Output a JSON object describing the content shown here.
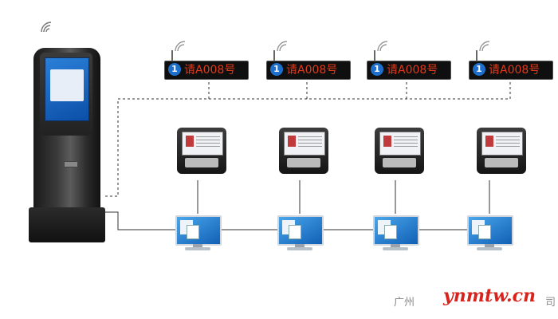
{
  "displays": [
    {
      "number": "1",
      "text": "请A008号"
    },
    {
      "number": "1",
      "text": "请A008号"
    },
    {
      "number": "1",
      "text": "请A008号"
    },
    {
      "number": "1",
      "text": "请A008号"
    }
  ],
  "watermark": {
    "left_text": "广州",
    "main_text": "ynmtw.cn",
    "right_text": "司"
  },
  "colors": {
    "led_text": "#e03a1a",
    "led_badge": "#1e6fcc",
    "watermark": "#d8221b",
    "connector": "#333333"
  },
  "icons": [
    "wifi-icon",
    "kiosk",
    "led-display",
    "call-terminal",
    "pc-monitor"
  ]
}
